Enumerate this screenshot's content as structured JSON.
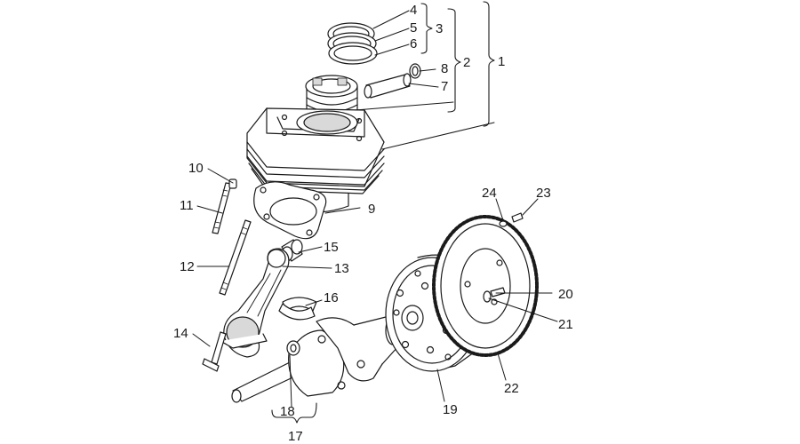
{
  "diagram": {
    "parts": [
      {
        "id": "p1",
        "number": "1"
      },
      {
        "id": "p2",
        "number": "2"
      },
      {
        "id": "p3",
        "number": "3"
      },
      {
        "id": "p4",
        "number": "4"
      },
      {
        "id": "p5",
        "number": "5"
      },
      {
        "id": "p6",
        "number": "6"
      },
      {
        "id": "p7",
        "number": "7"
      },
      {
        "id": "p8",
        "number": "8"
      },
      {
        "id": "p9",
        "number": "9"
      },
      {
        "id": "p10",
        "number": "10"
      },
      {
        "id": "p11",
        "number": "11"
      },
      {
        "id": "p12",
        "number": "12"
      },
      {
        "id": "p13",
        "number": "13"
      },
      {
        "id": "p14",
        "number": "14"
      },
      {
        "id": "p15",
        "number": "15"
      },
      {
        "id": "p16",
        "number": "16"
      },
      {
        "id": "p17",
        "number": "17"
      },
      {
        "id": "p18",
        "number": "18"
      },
      {
        "id": "p19",
        "number": "19"
      },
      {
        "id": "p20",
        "number": "20"
      },
      {
        "id": "p21",
        "number": "21"
      },
      {
        "id": "p22",
        "number": "22"
      },
      {
        "id": "p23",
        "number": "23"
      },
      {
        "id": "p24",
        "number": "24"
      }
    ],
    "colors": {
      "line": "#1a1a1a",
      "fill": "#ffffff",
      "shade": "#d9d9d9"
    }
  }
}
